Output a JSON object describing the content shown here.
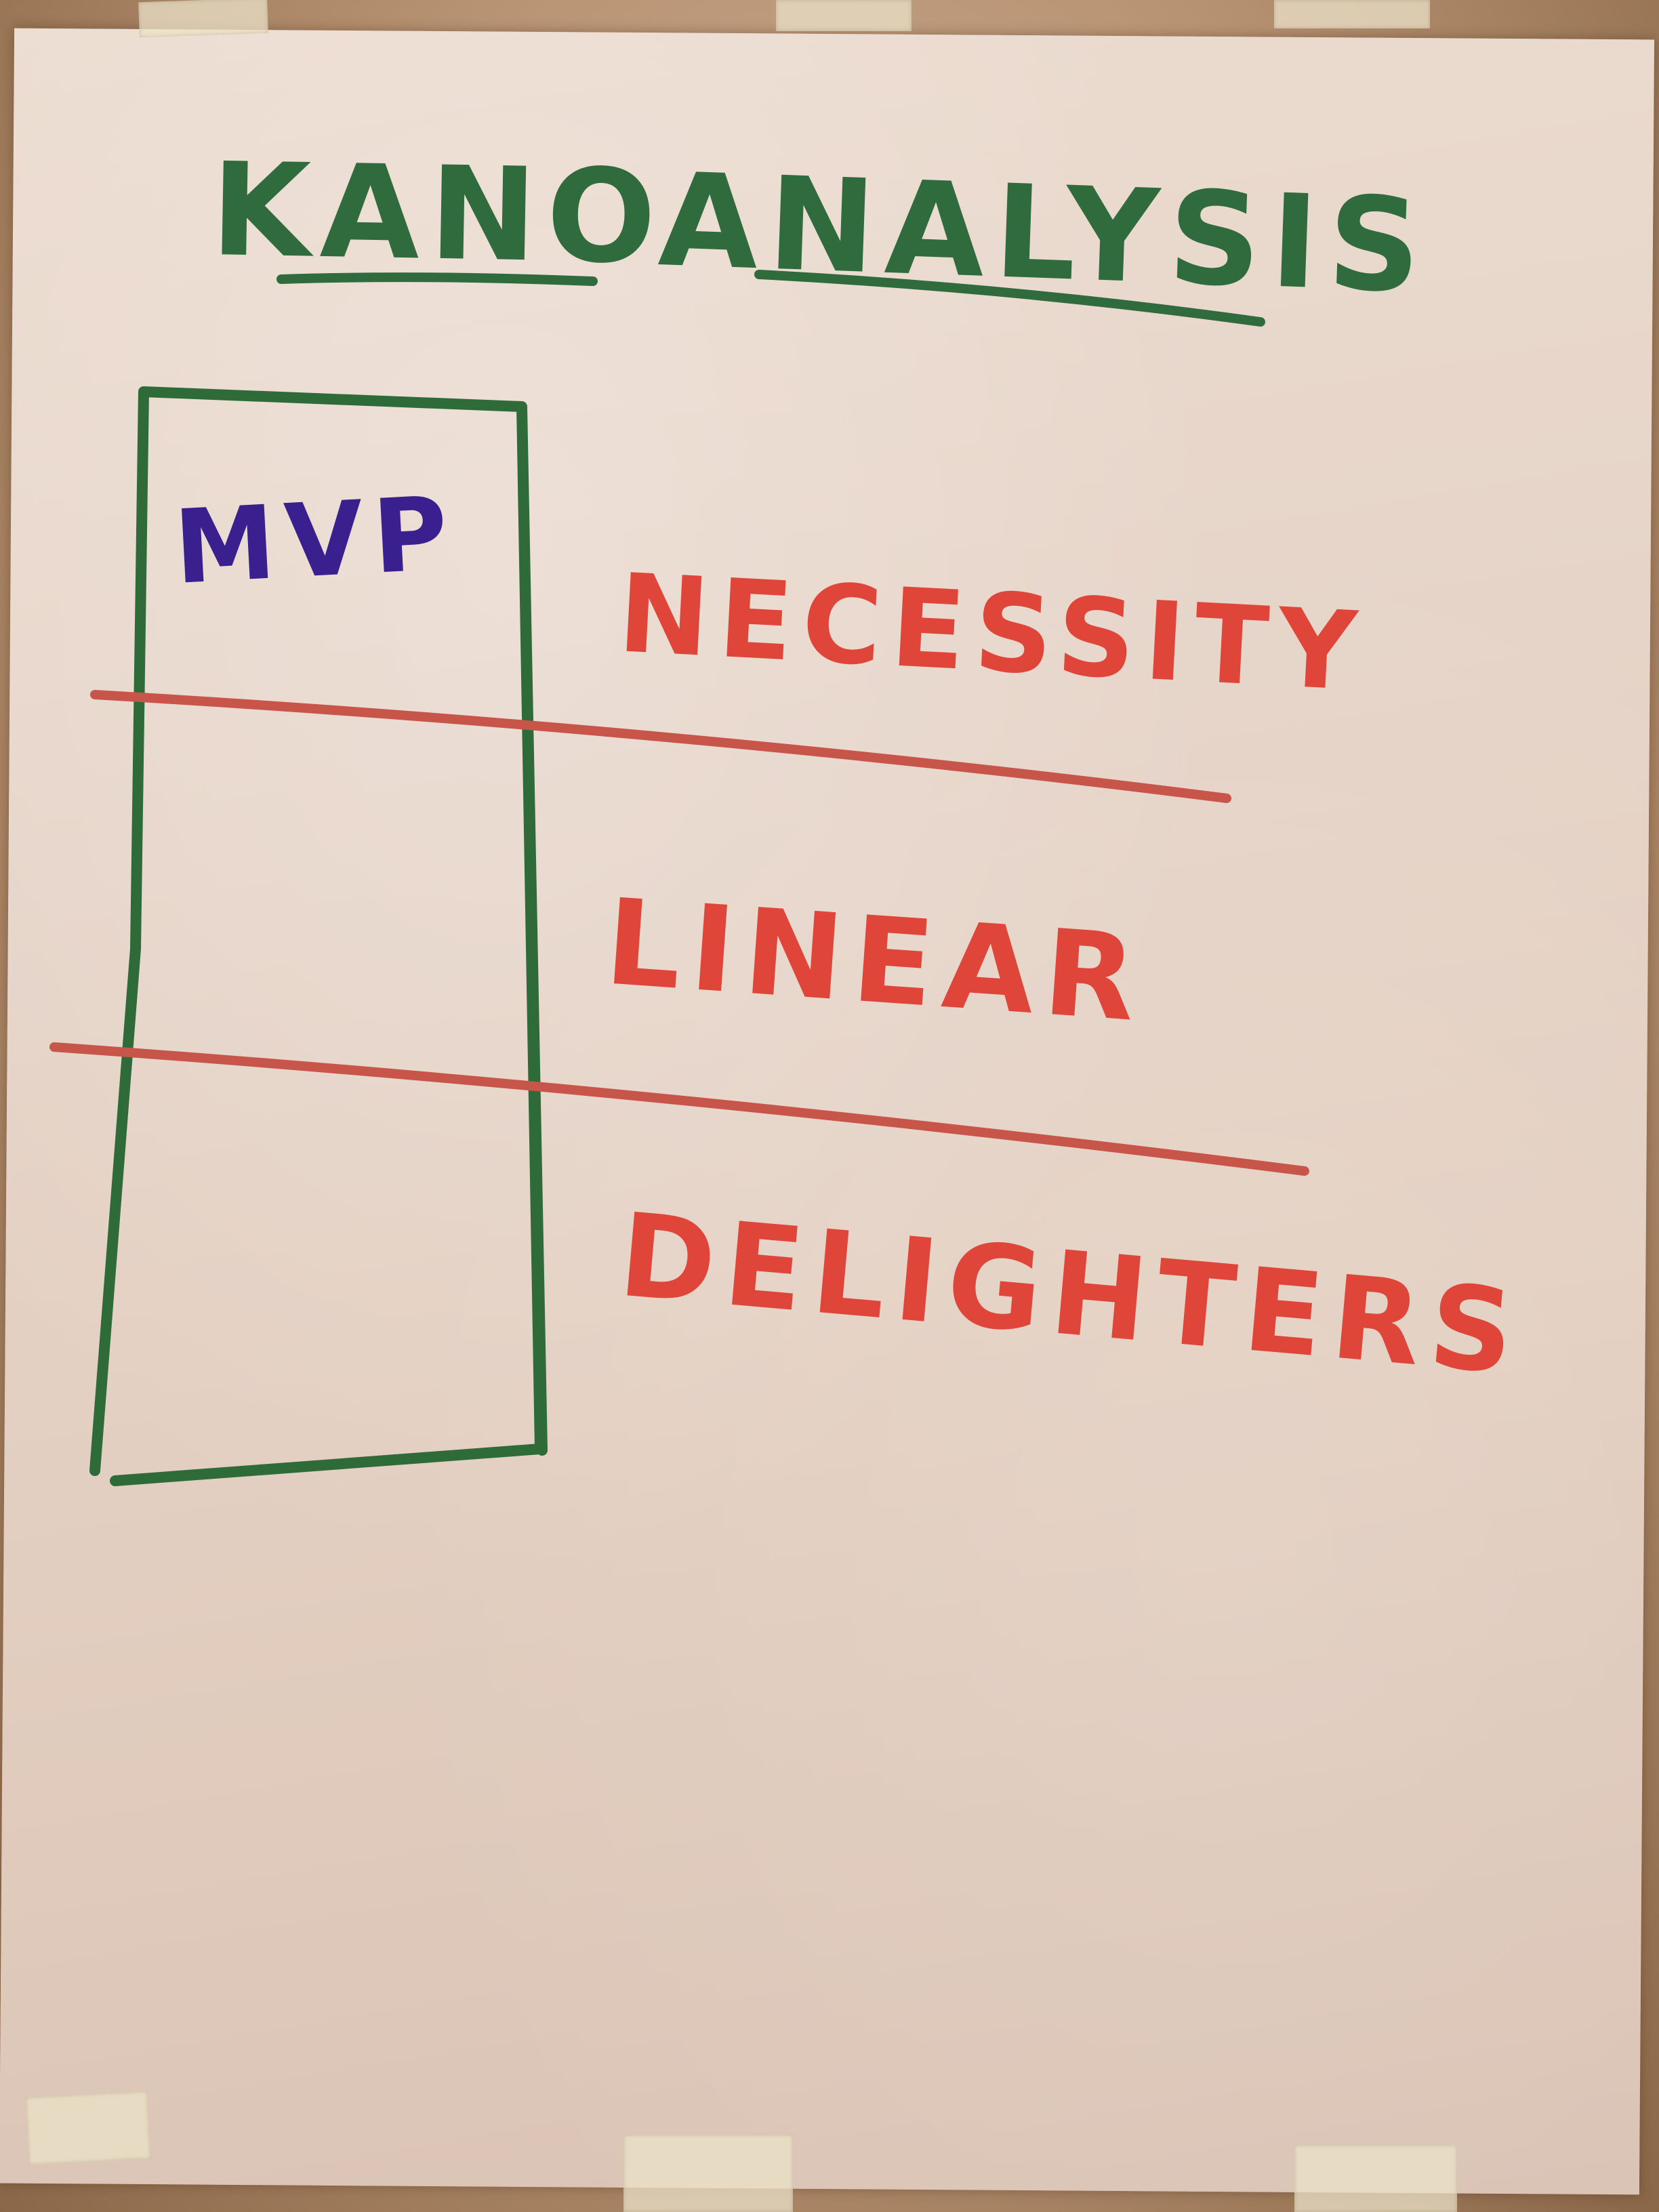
{
  "title": {
    "word1": "KANO",
    "word2": "ANALYSIS",
    "color": "#2f6b3c"
  },
  "box_label": {
    "text": "MVP",
    "color": "#3a1f8f"
  },
  "categories": [
    {
      "label": "NECESSITY",
      "color": "#e0453a"
    },
    {
      "label": "LINEAR",
      "color": "#e0453a"
    },
    {
      "label": "DELIGHTERS",
      "color": "#e0453a"
    }
  ],
  "colors": {
    "box_outline": "#2e6b38",
    "divider": "#c8554a",
    "paper": "#e8d8cb"
  }
}
